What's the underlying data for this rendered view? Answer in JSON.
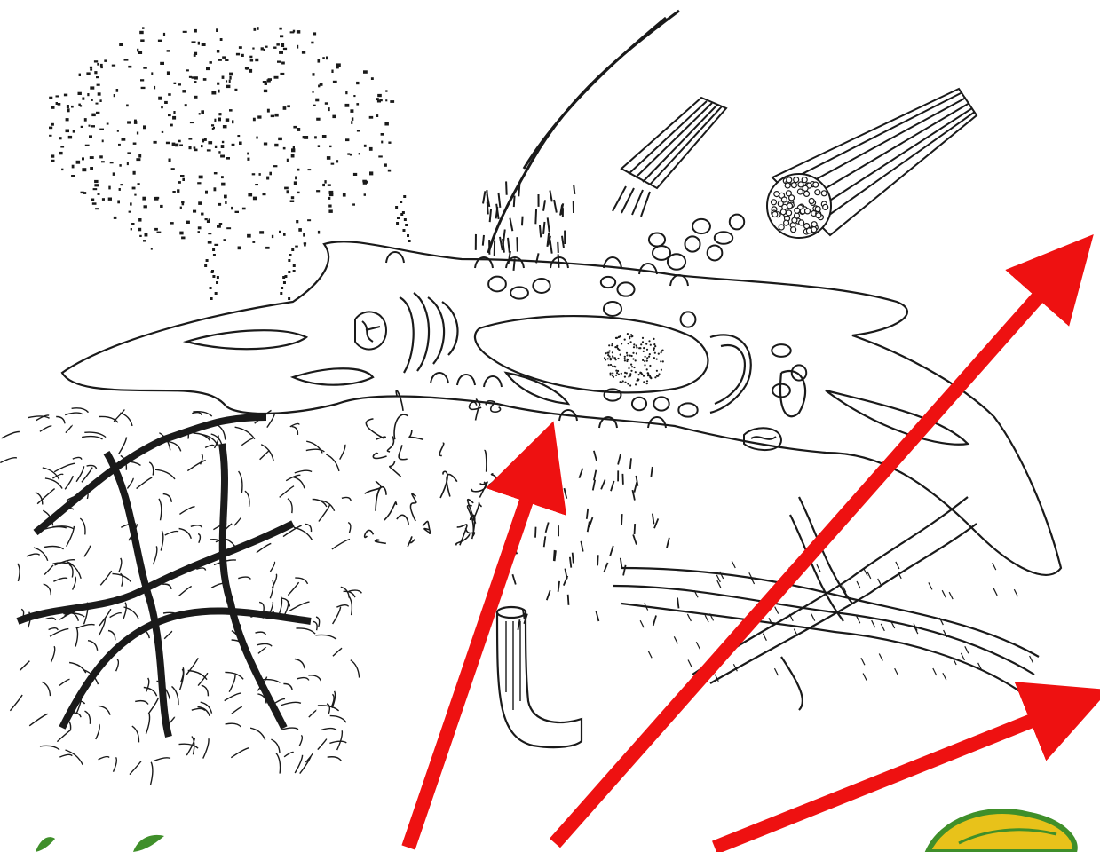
{
  "colors": {
    "ink": "#1a1a1a",
    "arrow": "#ee1111",
    "paper": "#ffffff",
    "leaf_green": "#3f8f2a",
    "flower_yellow": "#e8c21a"
  },
  "figure": {
    "components": [
      {
        "id": "cell-body",
        "kind": "elongated fibroblast cell outline"
      },
      {
        "id": "nucleus",
        "kind": "oval nucleus with nucleolus"
      },
      {
        "id": "mitochondria",
        "kind": "organelles"
      },
      {
        "id": "golgi",
        "kind": "stacked membranes"
      },
      {
        "id": "vesicles",
        "kind": "secretory vesicles"
      },
      {
        "id": "ground-substance",
        "kind": "dotted secretion cloud"
      },
      {
        "id": "microfibril-bundles",
        "kind": "fiber bundles"
      },
      {
        "id": "collagen-fibrils",
        "kind": "twisted fibrils"
      },
      {
        "id": "elastic-network",
        "kind": "branching fibre network"
      },
      {
        "id": "fibre-bend",
        "kind": "curved fibre"
      }
    ],
    "arrows": [
      {
        "id": "arrow-1",
        "icon": "red-arrow"
      },
      {
        "id": "arrow-2",
        "icon": "red-arrow"
      },
      {
        "id": "arrow-3",
        "icon": "red-arrow"
      }
    ],
    "corner_icons": [
      "leaf-icon",
      "flower-icon"
    ]
  }
}
